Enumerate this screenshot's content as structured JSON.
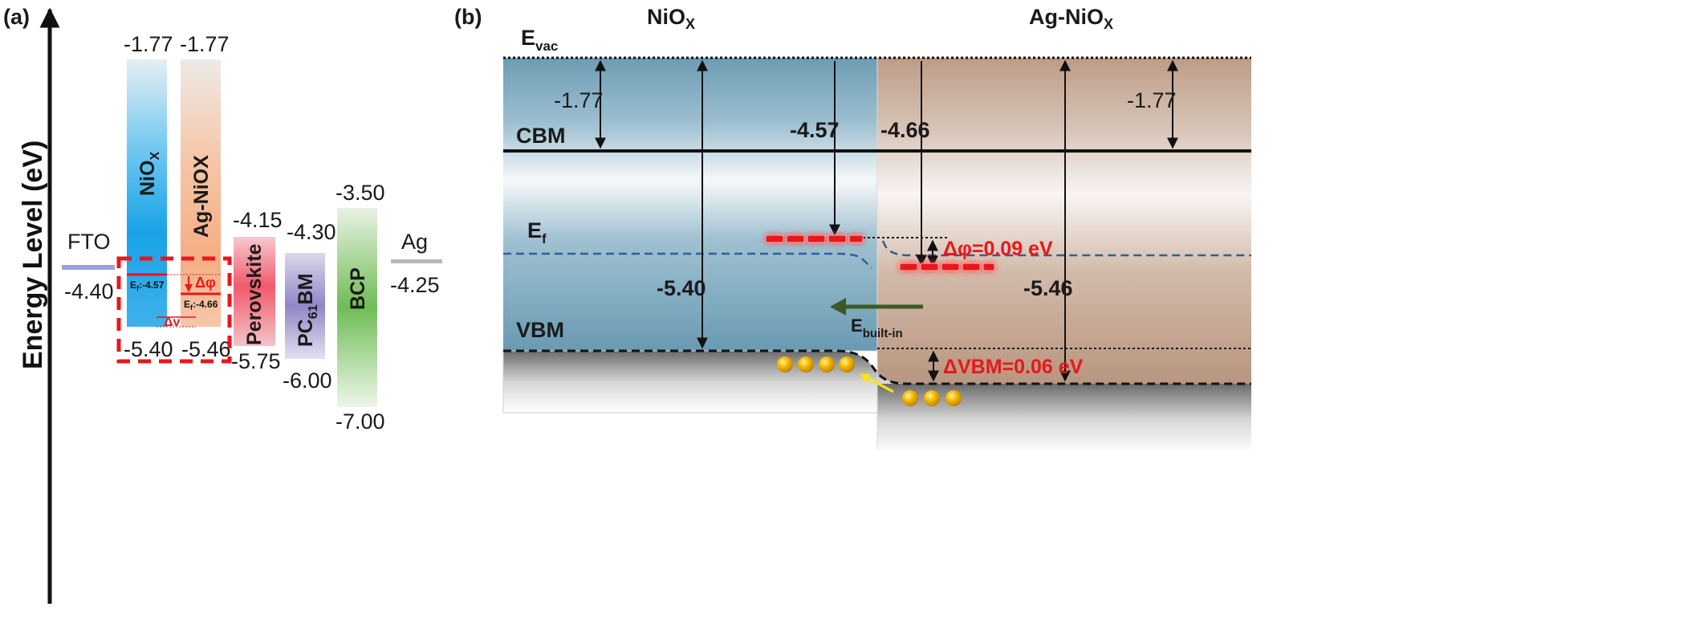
{
  "panel_a": {
    "label": "(a)",
    "y_axis_label": "Energy Level (eV)",
    "fto": {
      "name": "FTO",
      "level": "-4.40"
    },
    "niox": {
      "name": "NiO",
      "name_sub": "X",
      "top": "-1.77",
      "bottom": "-5.40",
      "ef": "E",
      "ef_sub": "f",
      "ef_val": ":-4.57"
    },
    "agniox": {
      "name": "Ag-NiOX",
      "top": "-1.77",
      "bottom": "-5.46",
      "ef": "E",
      "ef_sub": "f",
      "ef_val": ":-4.66"
    },
    "delta_phi": "Δφ",
    "delta_v": "Δv",
    "perovskite": {
      "name": "Perovskite",
      "top": "-4.15",
      "bottom": "-5.75"
    },
    "pcbm": {
      "name_pre": "PC",
      "name_sub": "61",
      "name_post": "BM",
      "top": "-4.30",
      "bottom": "-6.00"
    },
    "bcp": {
      "name": "BCP",
      "top": "-3.50",
      "bottom": "-7.00"
    },
    "ag": {
      "name": "Ag",
      "level": "-4.25"
    }
  },
  "panel_b": {
    "label": "(b)",
    "left_title": "NiO",
    "left_title_sub": "X",
    "right_title": "Ag-NiO",
    "right_title_sub": "X",
    "evac": "E",
    "evac_sub": "vac",
    "cbm": "CBM",
    "vbm": "VBM",
    "ef": "E",
    "ef_sub": "f",
    "left_vac_to_cbm": "-1.77",
    "right_vac_to_cbm": "-1.77",
    "left_ef": "-4.57",
    "right_ef": "-4.66",
    "left_vbm": "-5.40",
    "right_vbm": "-5.46",
    "delta_phi": "Δφ=0.09 eV",
    "delta_vbm": "ΔVBM=0.06 eV",
    "ebuiltin": "E",
    "ebuiltin_sub": "built-in"
  },
  "colors": {
    "niox_blue": "#1aa3e8",
    "agniox_peach": "#f4b48c",
    "perovskite_pink": "#f2566a",
    "pcbm_purple": "#8f82c4",
    "bcp_green": "#6fbd55",
    "fto_bar": "#9aa3d8",
    "red": "#e8171c",
    "left_region": "#6f9fb6",
    "right_region": "#c2a089",
    "arrow_green": "#3d5a26",
    "hole_gold": "#f5b400"
  }
}
